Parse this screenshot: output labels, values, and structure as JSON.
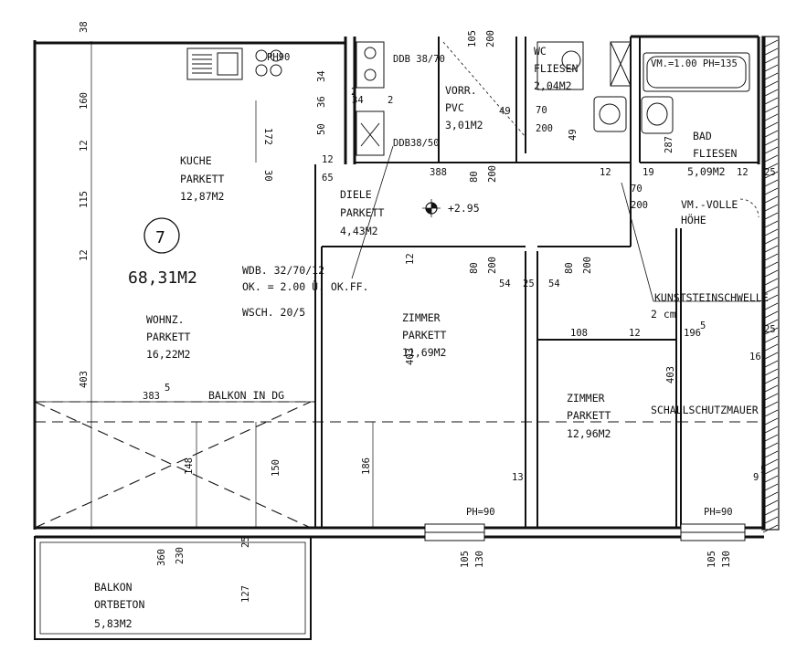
{
  "apartment": {
    "number": "7",
    "area": "68,31M2",
    "spec": [
      "WDB. 32/70/12",
      "OK. = 2.00 Ü. OK.FF.",
      "WSCH. 20/5"
    ],
    "level": "+2.95"
  },
  "rooms": {
    "kitchen": {
      "name": "KUCHE",
      "floor": "PARKETT",
      "area": "12,87M2"
    },
    "living": {
      "name": "WOHNZ.",
      "floor": "PARKETT",
      "area": "16,22M2"
    },
    "hall": {
      "name": "DIELE",
      "floor": "PARKETT",
      "area": "4,43M2"
    },
    "vestibule": {
      "name": "VORR.",
      "floor": "PVC",
      "area": "3,01M2"
    },
    "wc": {
      "name": "WC",
      "floor": "FLIESEN",
      "area": "2,04M2"
    },
    "bath": {
      "name": "BAD",
      "floor": "FLIESEN",
      "area": "5,09M2"
    },
    "room1": {
      "name": "ZIMMER",
      "floor": "PARKETT",
      "area": "11,69M2"
    },
    "room2": {
      "name": "ZIMMER",
      "floor": "PARKETT",
      "area": "12,96M2"
    },
    "balcony": {
      "name": "BALKON",
      "floor": "ORTBETON",
      "area": "5,83M2"
    }
  },
  "notes": {
    "balkon_in_dg": "BALKON IN DG",
    "threshold": "KUNSTSTEINSCHWELLE",
    "threshold_size": "2 cm",
    "sound_wall": "SCHALLSCHUTZMAUER",
    "vm_full": "VM.-VOLLE",
    "vm_height": "HÖHE",
    "vm_bath": "VM.=1.00  PH=135",
    "ddb1": "DDB 38/70",
    "ddb2": "DDB38/50",
    "ph_kitchen": "PH90",
    "ph_room1": "PH=90",
    "ph_room2": "PH=90"
  },
  "dimensions": {
    "d38": "38",
    "d160": "160",
    "d12a": "12",
    "d115": "115",
    "d12b": "12",
    "d403a": "403",
    "d172": "172",
    "d30": "30",
    "d65": "65",
    "d12c": "12",
    "d50": "50",
    "d34a": "34",
    "d2a": "2",
    "d34b": "34",
    "d2b": "2",
    "d36": "36",
    "d105a": "105",
    "d200a": "200",
    "d49a": "49",
    "d70a": "70",
    "d200b": "200",
    "d49b": "49",
    "d388": "388",
    "d80a": "80",
    "d200c": "200",
    "d287": "287",
    "d12d": "12",
    "d19": "19",
    "d70b": "70",
    "d200d": "200",
    "d12e": "12",
    "d25a": "25",
    "d12f": "12",
    "d80b": "80",
    "d200e": "200",
    "d54a": "54",
    "d25b": "25",
    "d54b": "54",
    "d80c": "80",
    "d200f": "200",
    "d108": "108",
    "d12g": "12",
    "d196": "196",
    "d5a": "5",
    "d403b": "403",
    "d403c": "403",
    "d25c": "25",
    "d16": "16",
    "d383": "383",
    "d5b": "5",
    "d148": "148",
    "d150": "150",
    "d186": "186",
    "d13": "13",
    "d9": "9",
    "d5c": "5",
    "d360": "360",
    "d230": "230",
    "d25d": "25",
    "d127": "127",
    "d105b": "105",
    "d130a": "130",
    "d105c": "105",
    "d130b": "130"
  }
}
